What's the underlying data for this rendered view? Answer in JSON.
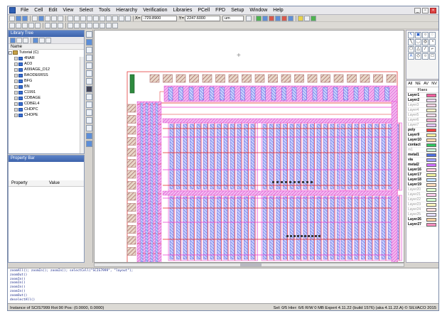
{
  "menubar": {
    "items": [
      "File",
      "Cell",
      "Edit",
      "View",
      "Select",
      "Tools",
      "Hierarchy",
      "Verification",
      "Libraries",
      "PCell",
      "FPD",
      "Setup",
      "Window",
      "Help"
    ]
  },
  "toolbar": {
    "coord_x_label": "X=",
    "coord_x": "-729.8900",
    "coord_y_label": "Y=",
    "coord_y": "2247.6000",
    "units": "um"
  },
  "library_panel": {
    "title": "Library Tree",
    "header": "Name",
    "library": "Tutorial (C)",
    "cells": [
      "4NAR",
      "AO3",
      "AI99AGE_D12",
      "BAODE6RSS",
      "BFG",
      "BN",
      "C1991",
      "CDBAGE",
      "CDBEL4",
      "CHDPC",
      "CHOPE"
    ]
  },
  "property_panel": {
    "title": "Property Bar",
    "col_property": "Property",
    "col_value": "Value"
  },
  "layer_panel": {
    "tabs": [
      "All",
      "NE",
      "AV",
      "NV"
    ],
    "filter": "Flaes",
    "layers": [
      {
        "name": "Layer1",
        "color": "#ff5fa0",
        "style": "bold"
      },
      {
        "name": "Layer2",
        "color": "#f1d8f5",
        "style": "bold"
      },
      {
        "name": "Layer3",
        "color": "#ffd6e8",
        "style": "dim"
      },
      {
        "name": "Layer4",
        "color": "#fff4c8",
        "style": "dim"
      },
      {
        "name": "Layer5",
        "color": "#ffe0f0",
        "style": "dim"
      },
      {
        "name": "Layer6",
        "color": "#ffb0d0",
        "style": "dim"
      },
      {
        "name": "Layer7",
        "color": "#e8c8ff",
        "style": "dim"
      },
      {
        "name": "poly",
        "color": "#ff4040",
        "style": "bold"
      },
      {
        "name": "Layer9",
        "color": "#fff0a0",
        "style": "bold"
      },
      {
        "name": "Layer10",
        "color": "#ffd8a8",
        "style": "bold"
      },
      {
        "name": "contact",
        "color": "#30c860",
        "style": "bold"
      },
      {
        "name": "m1",
        "color": "#c8f0d8",
        "style": "dim"
      },
      {
        "name": "metal1",
        "color": "#5070e0",
        "style": "bold"
      },
      {
        "name": "via",
        "color": "#a0a0ff",
        "style": "bold"
      },
      {
        "name": "metal2",
        "color": "#d070ff",
        "style": "bold"
      },
      {
        "name": "Layer16",
        "color": "#ffc8e0",
        "style": "bold"
      },
      {
        "name": "Layer17",
        "color": "#f0f0a0",
        "style": "bold"
      },
      {
        "name": "Layer18",
        "color": "#c0e0ff",
        "style": "bold"
      },
      {
        "name": "Layer19",
        "color": "#ffe0c0",
        "style": "bold"
      },
      {
        "name": "Layer20",
        "color": "#e0ffd0",
        "style": "dim"
      },
      {
        "name": "Layer21",
        "color": "#ffd0f0",
        "style": "dim"
      },
      {
        "name": "Layer22",
        "color": "#d0ffd0",
        "style": "dim"
      },
      {
        "name": "Layer23",
        "color": "#fff8c0",
        "style": "dim"
      },
      {
        "name": "Layer24",
        "color": "#ffe0e0",
        "style": "dim"
      },
      {
        "name": "Layer25",
        "color": "#e8e0ff",
        "style": "dim"
      },
      {
        "name": "Layer26",
        "color": "#ffd0a0",
        "style": "bold"
      },
      {
        "name": "Layer27",
        "color": "#ff90c0",
        "style": "bold"
      }
    ]
  },
  "console": {
    "lines": [
      "zoomAll(); zoomIn(); zoomIn(); selectCell(\"SCIS7999\", \"layout\");",
      "zoomOut()",
      "zoomIn()",
      "zoomIn()",
      "zoomIn()",
      "zoomIn()",
      "zoomOut()",
      "deselectAll()"
    ]
  },
  "status": {
    "left": "Instance of SCIS7999 Rot:90 Pos: (0.0000, 0.0000)",
    "right": "Sel: 0/5 Hier: 6/6 R/W 0 MB Expert 4.11.22 (build 1576) (aka 4.11.22.A) © SILVACO 2015"
  },
  "colors": {
    "accent": "#3d63ab",
    "layout_magenta": "#e83ad0",
    "layout_red": "#e02020",
    "layout_blue": "#3a4ad8",
    "pad_brown": "#b07070"
  }
}
